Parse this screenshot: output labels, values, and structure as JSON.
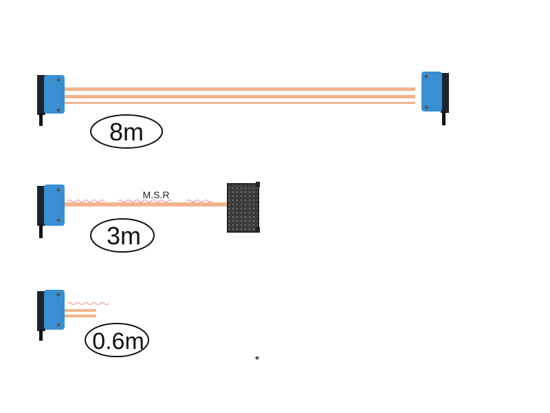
{
  "diagram": {
    "rows": [
      {
        "range_label": "8m",
        "setup": "through-beam",
        "sensor_count": 2
      },
      {
        "range_label": "3m",
        "setup": "retroreflective",
        "reflector_label": "M.S.R"
      },
      {
        "range_label": "0.6m",
        "setup": "diffuse"
      }
    ],
    "colors": {
      "sensor_body": "#3a8fd1",
      "sensor_back": "#1c2430",
      "beam": "#f2b48c",
      "beam_wave": "#e98a86",
      "reflector": "#2a2a2a",
      "label_outline": "#111111"
    },
    "icons": [
      "photoelectric-sensor-icon",
      "reflector-icon",
      "wavy-signal-icon"
    ]
  }
}
